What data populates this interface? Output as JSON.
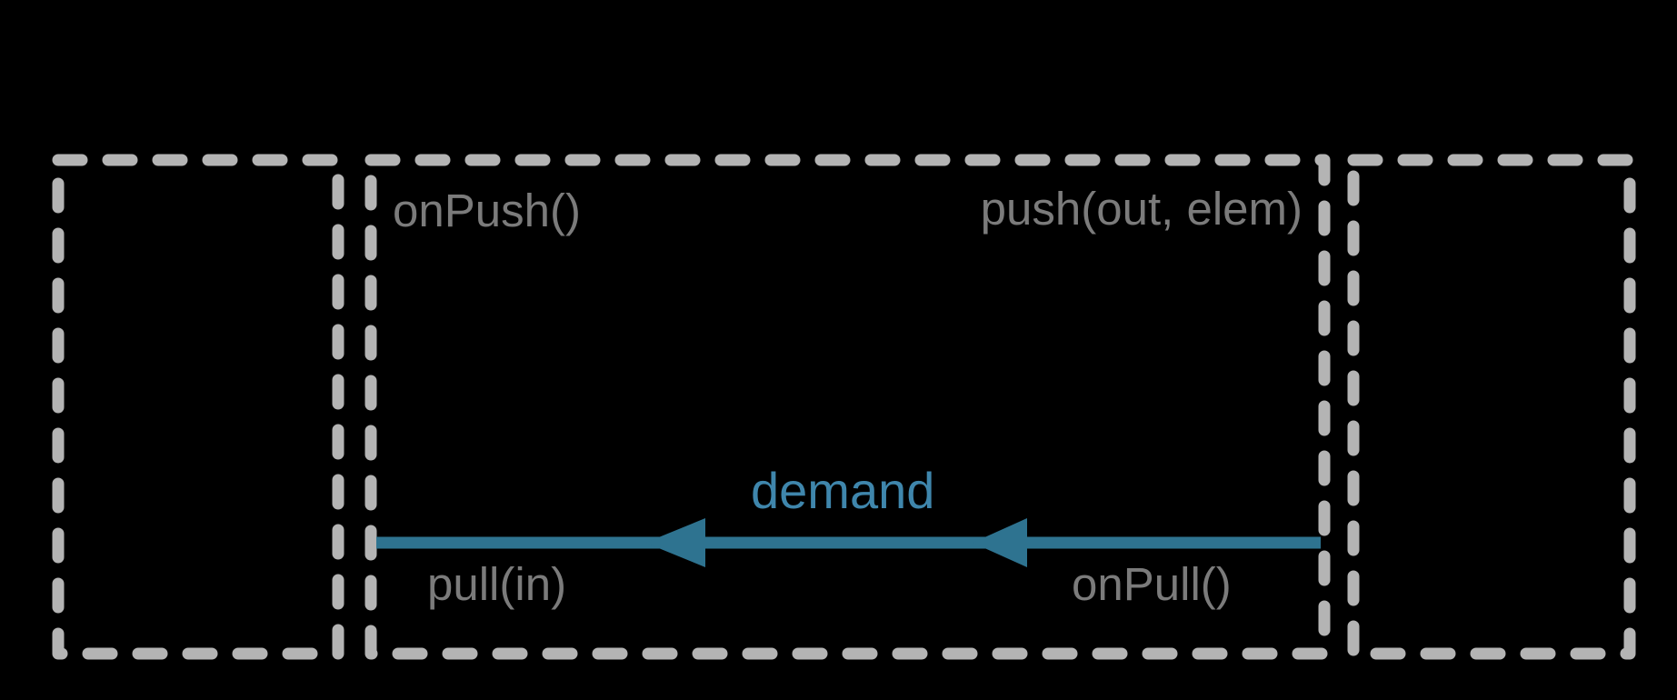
{
  "diagram": {
    "colors": {
      "background": "#000000",
      "box_dash": "#b4b4b4",
      "label": "#7b7b7b",
      "arrow": "#2e7390",
      "demand": "#3f86ac"
    },
    "stage_box": {
      "labels": {
        "on_push": "onPush()",
        "push": "push(out, elem)",
        "pull": "pull(in)",
        "on_pull": "onPull()"
      }
    },
    "arrow": {
      "label": "demand",
      "direction": "right-to-left"
    }
  }
}
